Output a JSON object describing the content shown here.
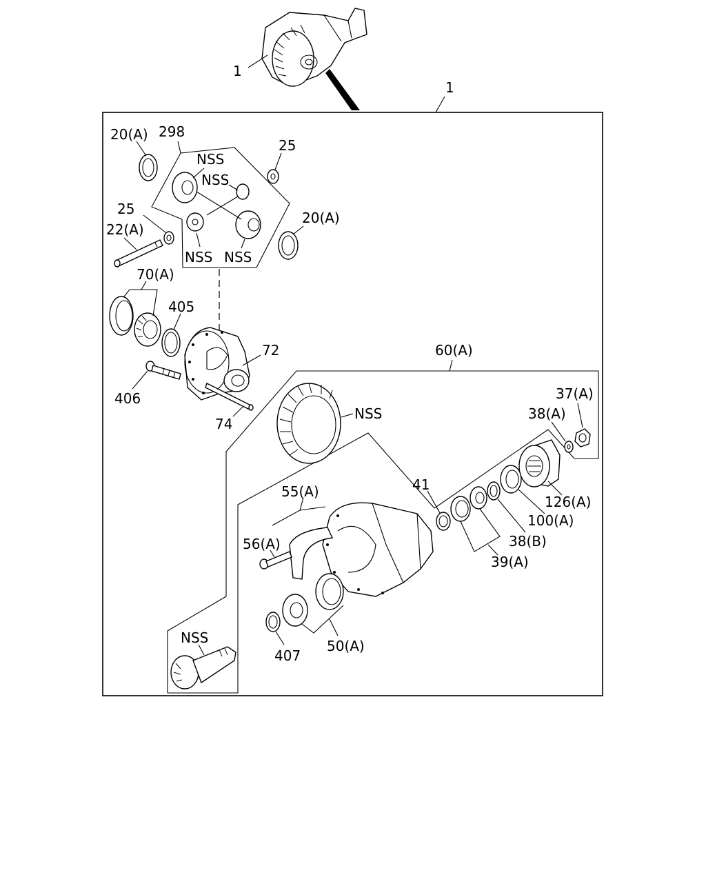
{
  "diagram": {
    "labels": {
      "assembly_top": "1",
      "assembly_frame": "1",
      "l_20a_top": "20(A)",
      "l_298": "298",
      "l_25_top": "25",
      "l_nss_gear1": "NSS",
      "l_nss_gear2": "NSS",
      "l_nss_gear3": "NSS",
      "l_nss_gear4": "NSS",
      "l_20a_right": "20(A)",
      "l_25_left": "25",
      "l_22a": "22(A)",
      "l_70a": "70(A)",
      "l_405": "405",
      "l_72": "72",
      "l_406": "406",
      "l_74": "74",
      "l_60a": "60(A)",
      "l_nss_ring": "NSS",
      "l_37a": "37(A)",
      "l_38a": "38(A)",
      "l_41": "41",
      "l_55a": "55(A)",
      "l_126a": "126(A)",
      "l_56a": "56(A)",
      "l_100a": "100(A)",
      "l_38b": "38(B)",
      "l_39a": "39(A)",
      "l_nss_pinion": "NSS",
      "l_407": "407",
      "l_50a": "50(A)"
    }
  }
}
